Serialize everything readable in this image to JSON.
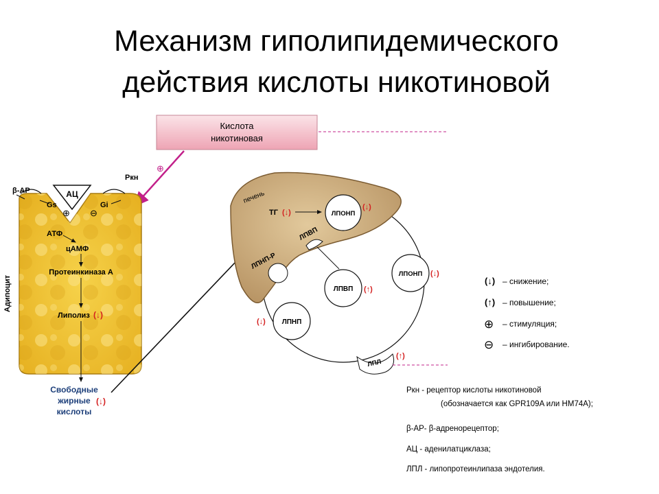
{
  "title": {
    "line1": "Механизм гиполипидемического",
    "line2": "действия кислоты никотиновой"
  },
  "drug_box": {
    "line1": "Кислота",
    "line2": "никотиновая"
  },
  "adipocyte": {
    "side_label": "Адипоцит",
    "beta_ar": "β-АР",
    "pkn": "Ркн",
    "ac": "АЦ",
    "gs": "Gs",
    "gi": "Gi",
    "atf": "АТФ",
    "camp": "цАМФ",
    "pka": "Протеинкиназа А",
    "lipolysis": "Липолиз",
    "ffa_line1": "Свободные",
    "ffa_line2": "жирные",
    "ffa_line3": "кислоты"
  },
  "liver": {
    "label": "печень",
    "tg": "ТГ",
    "vldl_liver": "ЛПОНП",
    "hdl_liver": "ЛПВП",
    "ldl_receptor": "ЛПНП-Р"
  },
  "cycle": {
    "hdl": "ЛПВП",
    "vldl": "ЛПОНП",
    "ldl": "ЛПНП",
    "lpl": "ЛПЛ"
  },
  "symbols": {
    "down": "(↓)",
    "up": "(↑)",
    "plus": "⊕",
    "minus": "⊖"
  },
  "legend": {
    "down": "– снижение;",
    "up": "– повышение;",
    "plus": "– стимуляция;",
    "minus": "– ингибирование."
  },
  "notes": {
    "pkn_line1": "Ркн - рецептор кислоты никотиновой",
    "pkn_line2": "(обозначается как GPR109A или HM74A);",
    "bar": "β-АР- β-адренорецептор;",
    "ac": "АЦ - аденилатциклаза;",
    "lpl": "ЛПЛ - липопротеинлипаза эндотелия."
  },
  "colors": {
    "adipocyte_fill": "#f2c63a",
    "liver_fill": "#c9ac7e",
    "drug_box": "#f4c6cf",
    "arrow_magenta": "#c2208a",
    "effect_red": "#d42020",
    "ffa_blue": "#1d3f7a"
  }
}
